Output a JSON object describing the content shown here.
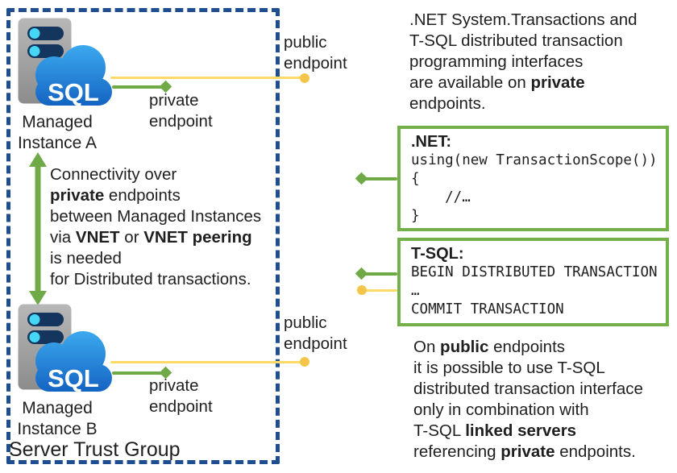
{
  "diagram": {
    "group_label": "Server Trust Group",
    "instance_a": {
      "label_line1": "Managed",
      "label_line2": "Instance A",
      "cloud_text": "SQL"
    },
    "instance_b": {
      "label_line1": "Managed",
      "label_line2": "Instance B",
      "cloud_text": "SQL"
    },
    "endpoint_labels": {
      "public_a": {
        "l1": "public",
        "l2": "endpoint"
      },
      "private_a": {
        "l1": "private",
        "l2": "endpoint"
      },
      "public_b": {
        "l1": "public",
        "l2": "endpoint"
      },
      "private_b": {
        "l1": "private",
        "l2": "endpoint"
      }
    },
    "connectivity_note": [
      [
        {
          "t": "Connectivity over"
        }
      ],
      [
        {
          "t": "private",
          "b": true
        },
        {
          "t": " endpoints"
        }
      ],
      [
        {
          "t": "between Managed Instances"
        }
      ],
      [
        {
          "t": "via "
        },
        {
          "t": "VNET",
          "b": true
        },
        {
          "t": " or "
        },
        {
          "t": "VNET peering",
          "b": true
        }
      ],
      [
        {
          "t": "is needed"
        }
      ],
      [
        {
          "t": "for Distributed transactions."
        }
      ]
    ]
  },
  "notes": {
    "top_right": [
      [
        {
          "t": ".NET System.Transactions and"
        }
      ],
      [
        {
          "t": "T-SQL distributed transaction"
        }
      ],
      [
        {
          "t": "programming interfaces"
        }
      ],
      [
        {
          "t": "are available on "
        },
        {
          "t": "private",
          "b": true
        }
      ],
      [
        {
          "t": "endpoints."
        }
      ]
    ],
    "bottom_right": [
      [
        {
          "t": "On "
        },
        {
          "t": "public",
          "b": true
        },
        {
          "t": " endpoints"
        }
      ],
      [
        {
          "t": "it is possible to use T-SQL"
        }
      ],
      [
        {
          "t": "distributed transaction interface"
        }
      ],
      [
        {
          "t": "only in combination with"
        }
      ],
      [
        {
          "t": "T-SQL "
        },
        {
          "t": "linked servers",
          "b": true
        }
      ],
      [
        {
          "t": "referencing "
        },
        {
          "t": "private",
          "b": true
        },
        {
          "t": " endpoints."
        }
      ]
    ]
  },
  "code_boxes": {
    "net": {
      "title": ".NET:",
      "lines": [
        "using(new TransactionScope())",
        "{",
        "    //…",
        "}"
      ]
    },
    "tsql": {
      "title": "T-SQL:",
      "lines": [
        "BEGIN DISTRIBUTED TRANSACTION",
        "…",
        "COMMIT TRANSACTION"
      ]
    }
  },
  "colors": {
    "dashed_border_blue": "#1e4e8f",
    "arrow_green": "#6faa47",
    "code_box_border_green": "#74b04a",
    "public_endpoint_yellow": "#fed967",
    "yellow_dot": "#f3c64b",
    "cloud_blue_top": "#3dabf0",
    "cloud_blue_bottom": "#1463c2",
    "server_slot_navy": "#13355e",
    "server_slot_cyan": "#45d7f5"
  }
}
